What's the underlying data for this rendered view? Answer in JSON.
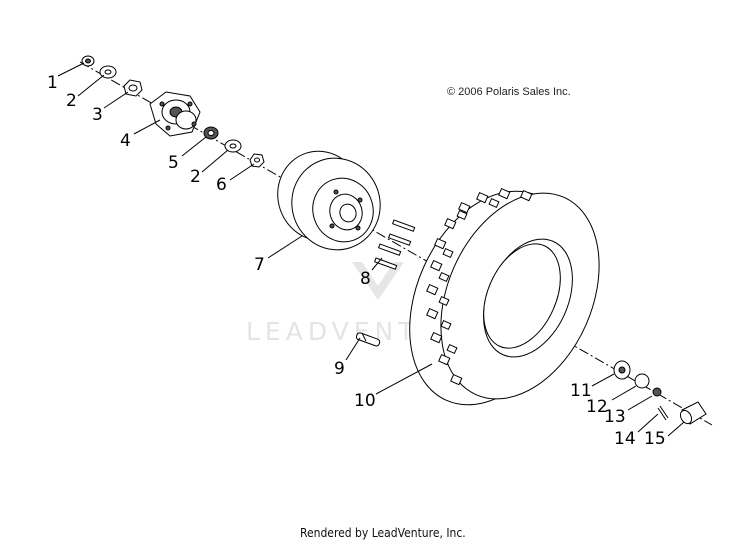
{
  "copyright": "© 2006 Polaris Sales Inc.",
  "watermark": "LEADVENTURE",
  "footer": "Rendered by LeadVenture, Inc.",
  "callouts": [
    "1",
    "2",
    "3",
    "4",
    "5",
    "2",
    "6",
    "7",
    "8",
    "9",
    "10",
    "11",
    "12",
    "13",
    "14",
    "15"
  ]
}
